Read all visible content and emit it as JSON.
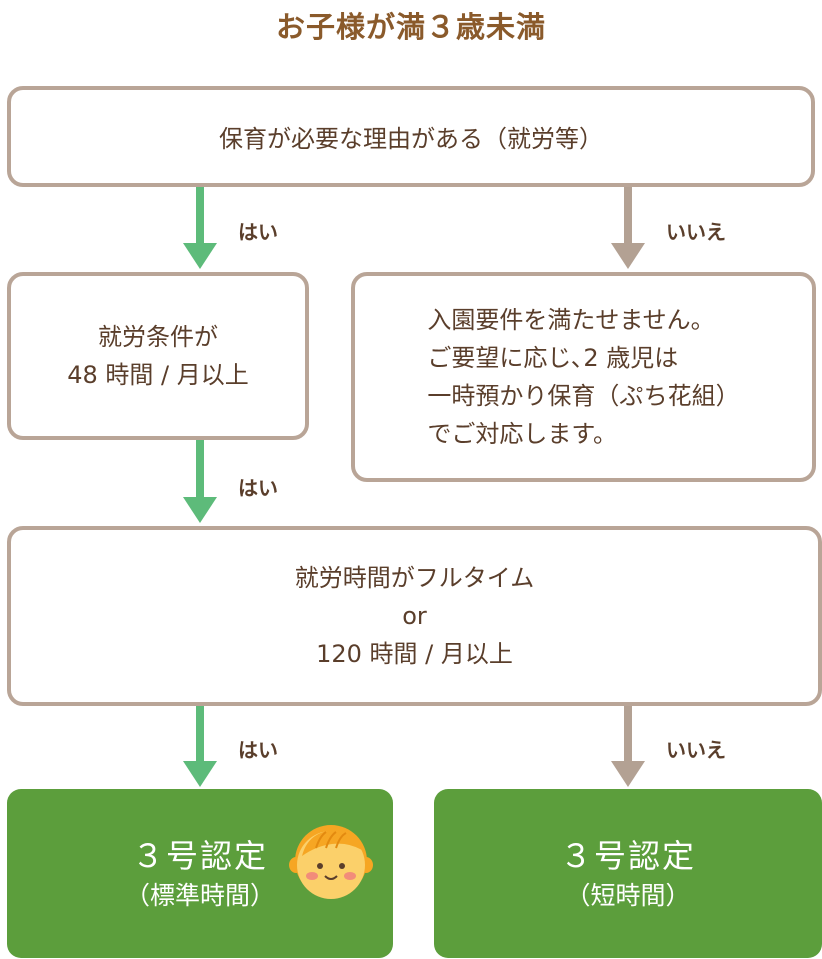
{
  "title": "お子様が満３歳未満",
  "nodes": {
    "q1": "保育が必要な理由がある（就労等）",
    "q2_lines": [
      "就労条件が",
      "48 時間 / 月以上"
    ],
    "no1_lines": [
      "入園要件を満たせません。",
      "ご要望に応じ､2 歳児は",
      "一時預かり保育（ぷち花組）",
      "でご対応します。"
    ],
    "q3_lines": [
      "就労時間がフルタイム",
      "or",
      "120 時間 / 月以上"
    ],
    "r1": {
      "main": "３号認定",
      "sub": "（標準時間）"
    },
    "r2": {
      "main": "３号認定",
      "sub": "（短時間）"
    }
  },
  "labels": {
    "yes": "はい",
    "no": "いいえ"
  },
  "colors": {
    "yes_arrow": "#5dbb7a",
    "no_arrow": "#b3a193",
    "result_bg": "#5c9e3c",
    "box_border": "#b9a597",
    "title": "#8a5a2b"
  },
  "icons": {
    "character": "baby-face-icon"
  }
}
